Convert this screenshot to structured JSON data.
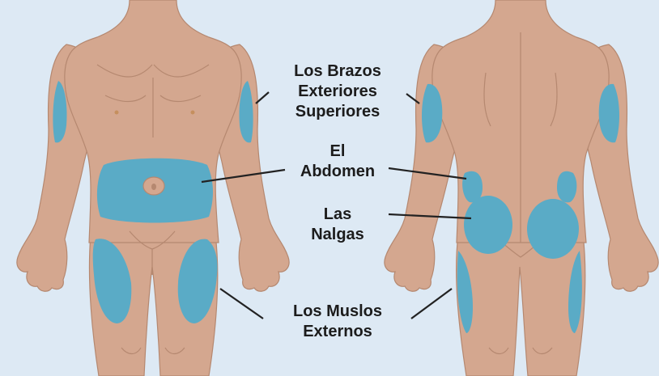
{
  "labels": {
    "arms": [
      "Los Brazos",
      "Exteriores",
      "Superiores"
    ],
    "abdomen": [
      "El",
      "Abdomen"
    ],
    "buttocks": [
      "Las",
      "Nalgas"
    ],
    "thighs": [
      "Los Muslos",
      "Externos"
    ]
  },
  "colors": {
    "background": "#dde9f4",
    "skin": "#d4a78f",
    "injection_site": "#5aabc6",
    "text": "#1c1c1c"
  }
}
